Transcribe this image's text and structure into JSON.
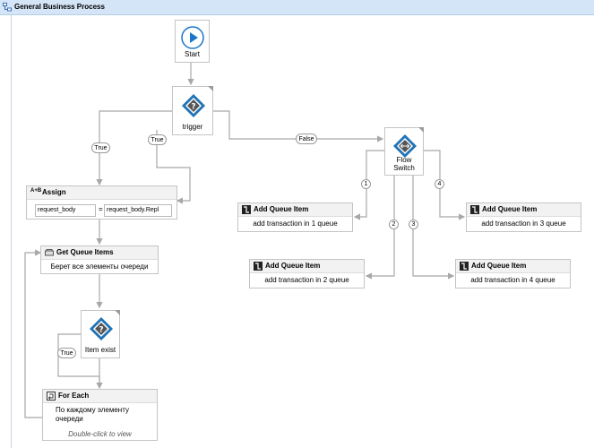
{
  "title": "General Business Process",
  "start": {
    "label": "Start"
  },
  "trigger": {
    "label": "trigger"
  },
  "edges": {
    "true_left": "True",
    "true_mid": "True",
    "false": "False",
    "true_item": "True"
  },
  "assign": {
    "title": "Assign",
    "icon_text": "A+B",
    "to": "request_body",
    "eq": "=",
    "value": "request_body.Repl"
  },
  "get_queue": {
    "title": "Get Queue Items",
    "description": "Берет все элементы очереди"
  },
  "item_exist": {
    "label": "Item exist"
  },
  "for_each": {
    "title": "For Each",
    "description": "По каждому элементу очереди",
    "hint": "Double-click to view"
  },
  "flow_switch": {
    "label": "Flow Switch",
    "cases": [
      "1",
      "2",
      "3",
      "4"
    ]
  },
  "queue_items": [
    {
      "title": "Add Queue Item",
      "description": "add transaction in 1 queue"
    },
    {
      "title": "Add Queue Item",
      "description": "add transaction in 2 queue"
    },
    {
      "title": "Add Queue Item",
      "description": "add transaction in 3 queue"
    },
    {
      "title": "Add Queue Item",
      "description": "add transaction in 4 queue"
    }
  ],
  "colors": {
    "titlebar": "#d3e5f6",
    "start_blue": "#1c76c8",
    "diamond_blue": "#1f73b7",
    "connector": "#a8a8a8"
  }
}
